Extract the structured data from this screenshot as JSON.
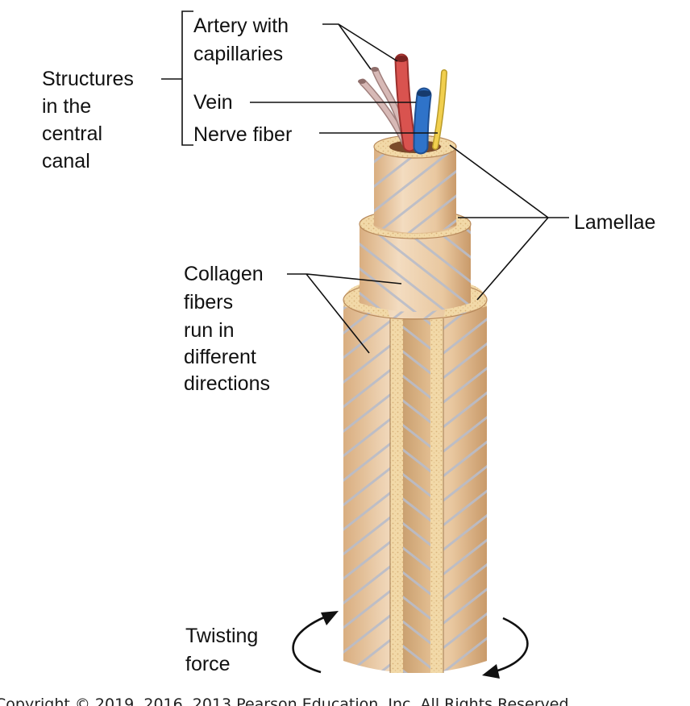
{
  "labels": {
    "structures_line1": "Structures",
    "structures_line2": "in the",
    "structures_line3": "central",
    "structures_line4": "canal",
    "artery_line1": "Artery with",
    "artery_line2": "capillaries",
    "vein": "Vein",
    "nerve": "Nerve fiber",
    "lamellae": "Lamellae",
    "collagen_line1": "Collagen",
    "collagen_line2": "fibers",
    "collagen_line3": "run in",
    "collagen_line4": "different",
    "collagen_line5": "directions",
    "twisting_line1": "Twisting",
    "twisting_line2": "force"
  },
  "copyright": "Copyright © 2019, 2016, 2013 Pearson Education, Inc. All Rights Reserved",
  "colors": {
    "bone_light": "#f3dcc0",
    "bone_mid": "#e6c29a",
    "bone_dark": "#cfa273",
    "fiber": "#b9bcc8",
    "artery": "#d9534f",
    "vein": "#2f73c9",
    "nerve": "#f1cf4e",
    "capillary": "#c9a9a6"
  }
}
